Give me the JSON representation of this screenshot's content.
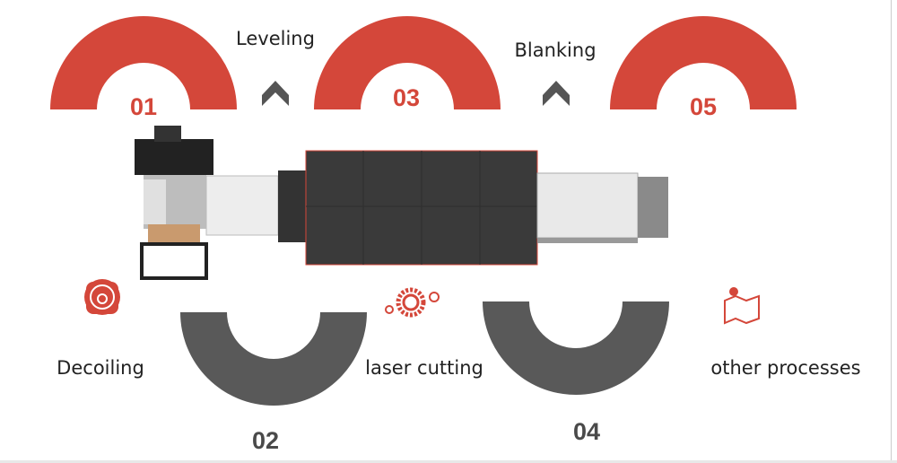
{
  "steps": [
    {
      "number": "01",
      "label": "Decoiling",
      "icon": "motor-icon"
    },
    {
      "number": "02",
      "label": "Leveling",
      "icon": "chevron-up-icon"
    },
    {
      "number": "03",
      "label": "laser cutting",
      "icon": "gears-icon"
    },
    {
      "number": "04",
      "label": "Blanking",
      "icon": "chevron-up-icon"
    },
    {
      "number": "05",
      "label": "other processes",
      "icon": "map-icon"
    }
  ],
  "colors": {
    "accent": "#d4473a",
    "dark": "#595959"
  }
}
